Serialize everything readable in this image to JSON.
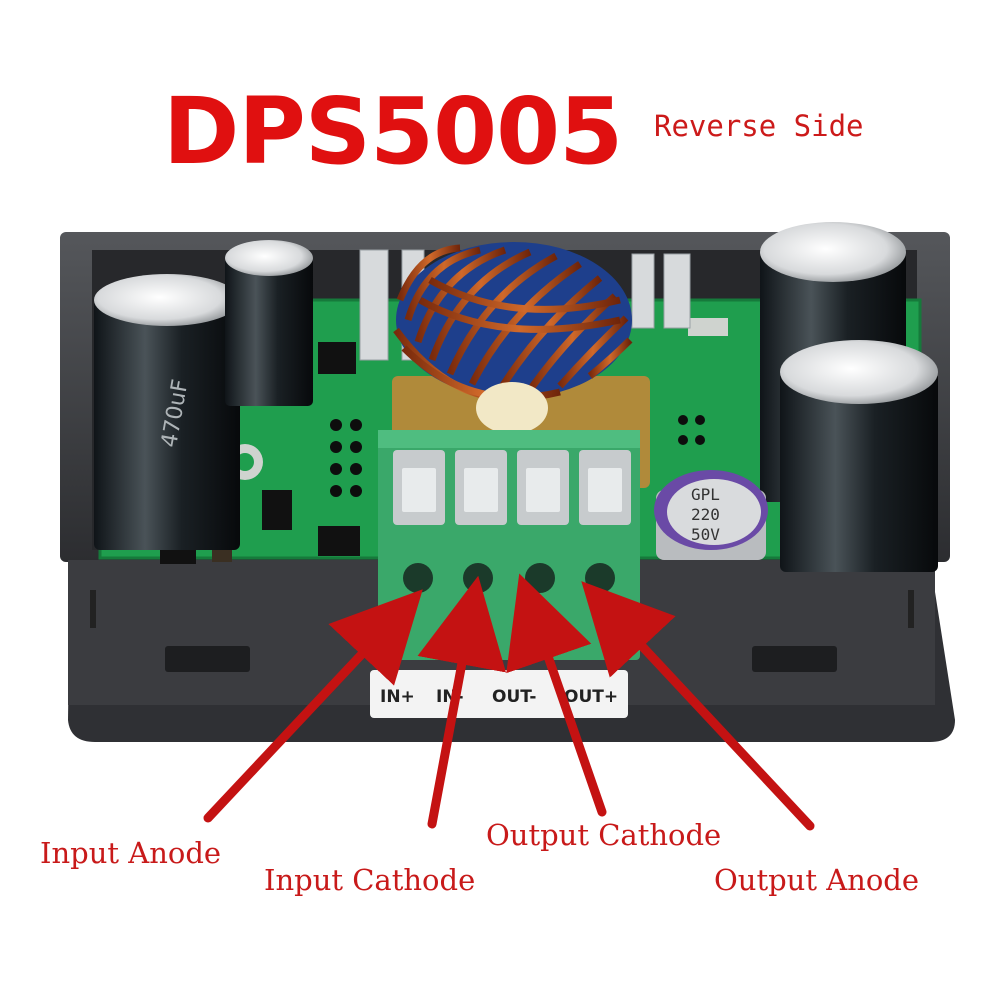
{
  "title": "DPS5005",
  "subtitle": "Reverse Side",
  "terminals": [
    "IN+",
    "IN-",
    "OUT-",
    "OUT+"
  ],
  "capacitor": {
    "line1": "GPL",
    "line2": "220",
    "line3": "50V"
  },
  "labels": {
    "input_anode": "Input Anode",
    "input_cathode": "Input Cathode",
    "output_cathode": "Output Cathode",
    "output_anode": "Output Anode"
  },
  "colors": {
    "title": "#e01010",
    "labels": "#c81a1a",
    "arrows": "#c41212",
    "pcb": "#1f9e4e",
    "terminal_block": "#3aa86a",
    "case": "#3a3b3e"
  },
  "icons": [
    "arrow-icon"
  ]
}
